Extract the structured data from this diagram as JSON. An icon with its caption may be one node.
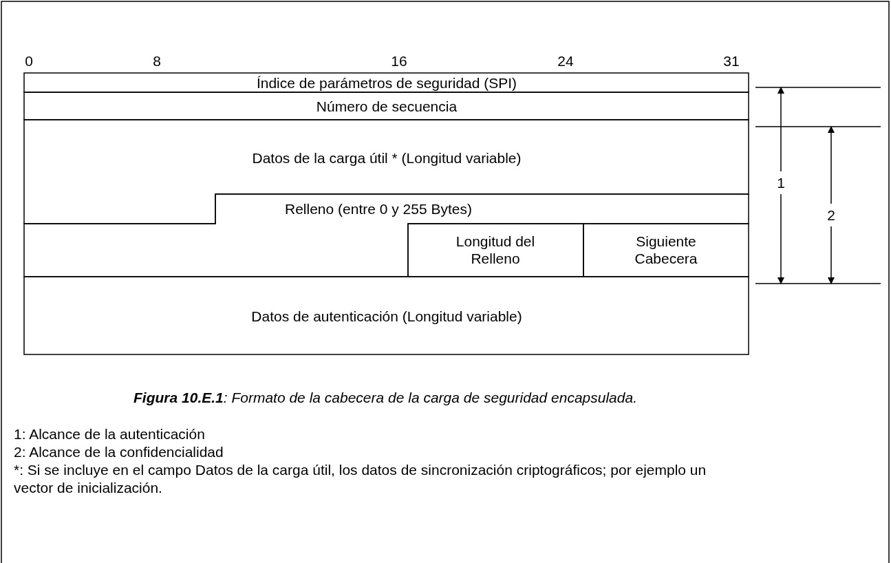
{
  "diagram": {
    "caption": "**Figura 10.E.1**: Formato de la cabecera de la carga de seguridad encapsulada.",
    "nodes": [
      {
        "text": [
          "Índice de parámetros de seguridad (SPI)"
        ]
      },
      {
        "text": [
          "Número de secuencia"
        ]
      },
      {
        "text": [
          "Datos de la carga útil * (Longitud variable)"
        ]
      },
      {
        "text": [
          "Relleno (entre 0 y 255 Bytes)"
        ]
      },
      {
        "text": [
          "Longitud del Relleno"
        ]
      },
      {
        "text": [
          "Siguiente Cabecera"
        ]
      },
      {
        "text": [
          "Datos de autenticación (Longitud variable)"
        ]
      }
    ],
    "labels": [
      "0",
      "8",
      "16",
      "24",
      "31",
      "1",
      "2",
      "1: Alcance de la autenticación",
      "2: Alcance de la confidencialidad",
      "*: Si se incluye en el campo Datos de la carga útil, los datos de sincronización criptográficos; por ejemplo un vector de inicialización."
    ]
  }
}
